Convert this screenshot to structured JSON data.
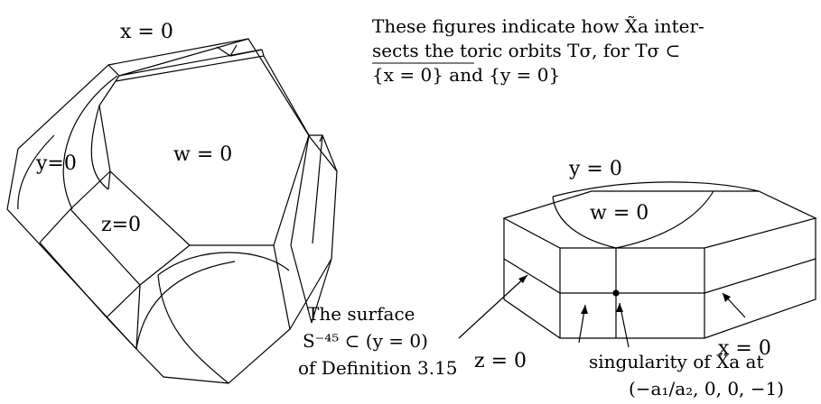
{
  "left_figure": {
    "label_top": "x = 0",
    "label_left_face": "y=0",
    "label_front_face": "w = 0",
    "label_lower_face": "z=0"
  },
  "right_figure": {
    "label_top": "y = 0",
    "label_top_face": "w = 0",
    "label_right": "x = 0",
    "label_bottom": "z = 0"
  },
  "caption": {
    "line1": "These figures indicate how X̃a inter-",
    "line2": "sects the toric orbits Tσ, for Tσ ⊂",
    "line3": "{x = 0} and {y = 0}"
  },
  "surface_note": {
    "line1": "The surface",
    "line2": "S⁻⁴⁵ ⊂ (y = 0)",
    "line3": "of Definition 3.15"
  },
  "singularity_note": {
    "line1": "singularity of Xa at",
    "line2": "(−a₁/a₂, 0, 0, −1)"
  }
}
